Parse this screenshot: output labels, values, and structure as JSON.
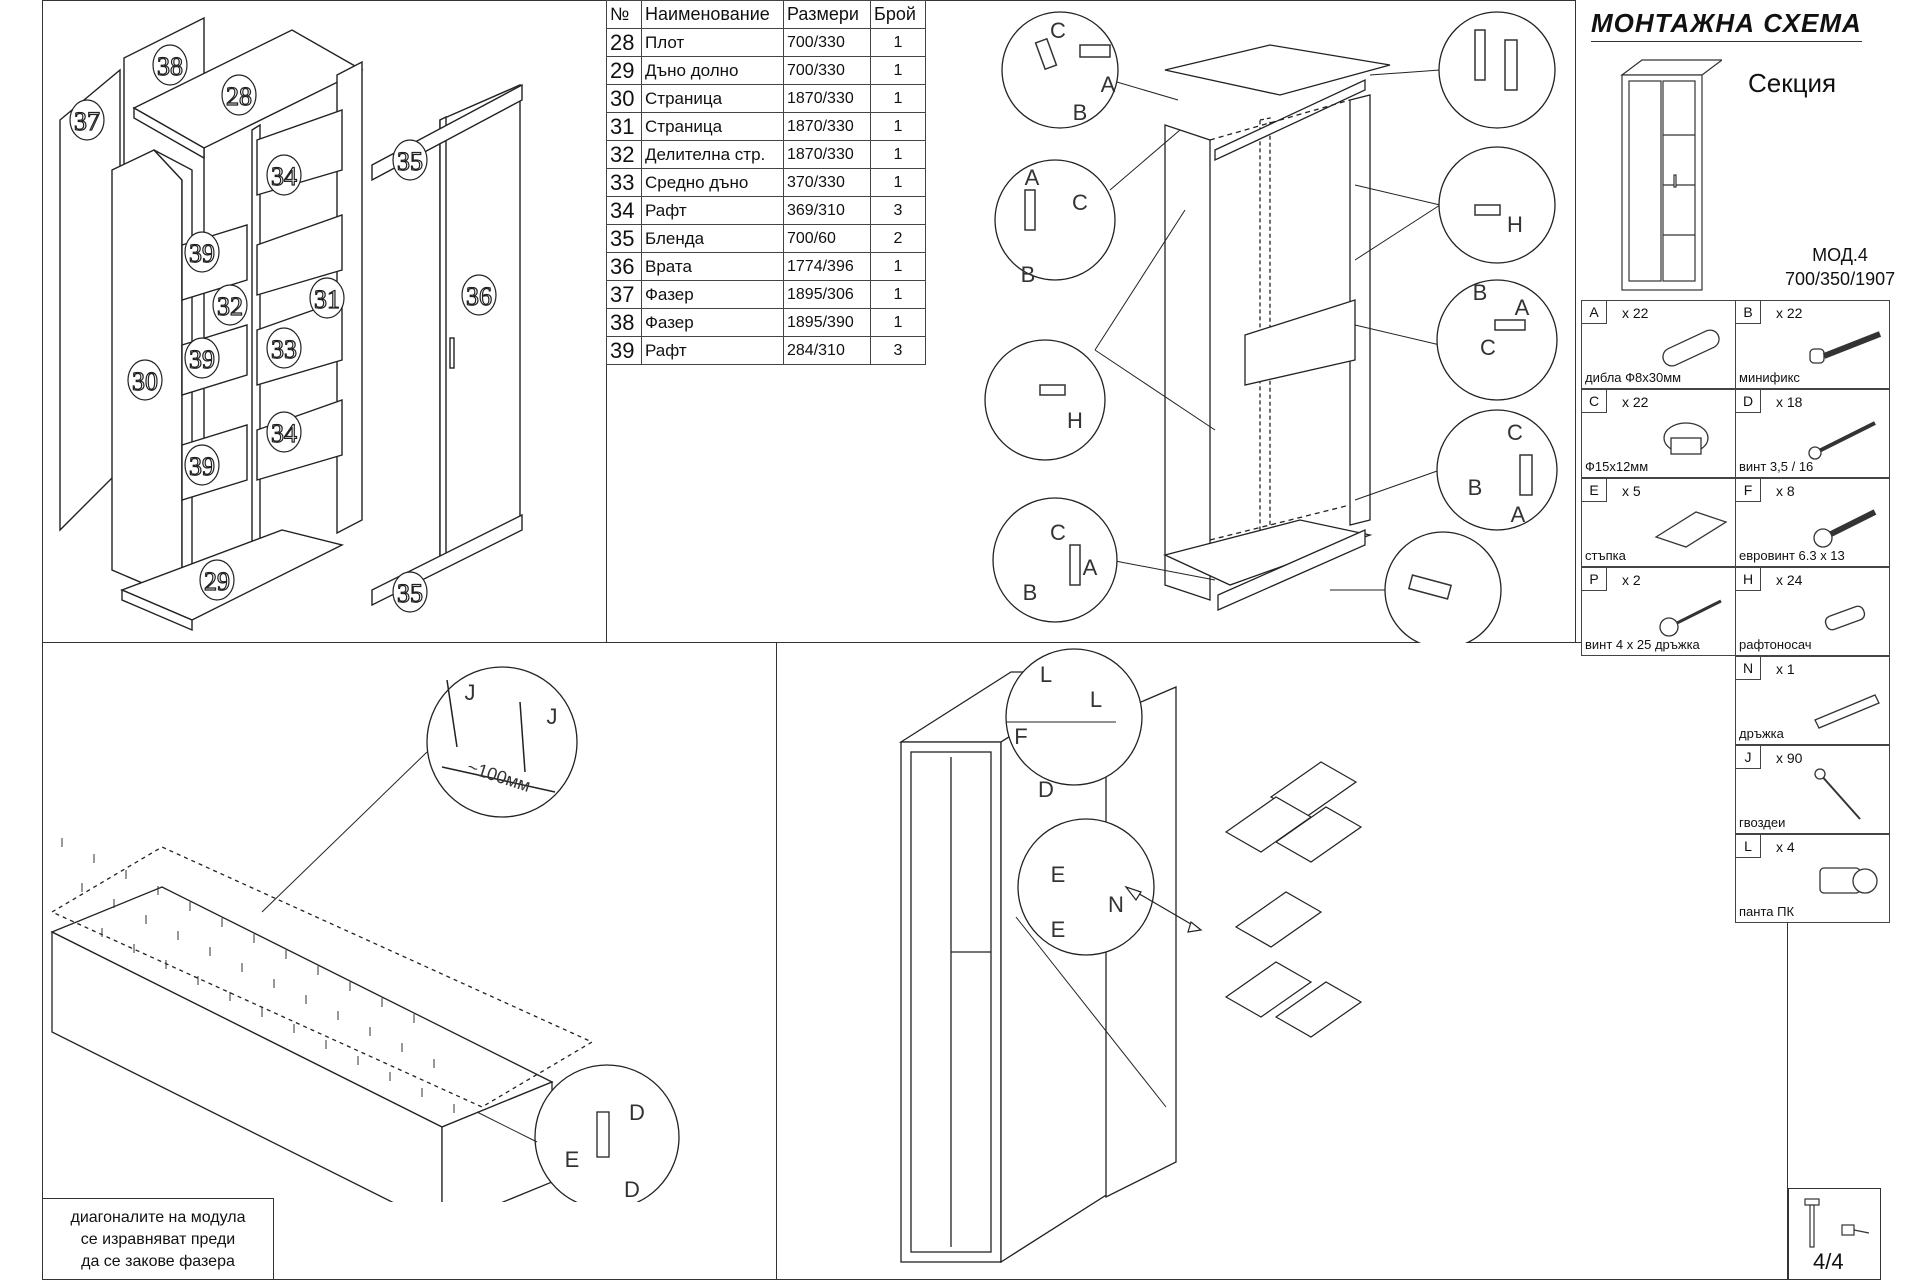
{
  "table": {
    "headers": [
      "№",
      "Наименование",
      "Размери",
      "Брой"
    ],
    "rows": [
      {
        "no": "28",
        "name": "Плот",
        "size": "700/330",
        "count": "1"
      },
      {
        "no": "29",
        "name": "Дъно долно",
        "size": "700/330",
        "count": "1"
      },
      {
        "no": "30",
        "name": "Страница",
        "size": "1870/330",
        "count": "1"
      },
      {
        "no": "31",
        "name": "Страница",
        "size": "1870/330",
        "count": "1"
      },
      {
        "no": "32",
        "name": "Делителна стр.",
        "size": "1870/330",
        "count": "1"
      },
      {
        "no": "33",
        "name": "Средно дъно",
        "size": "370/330",
        "count": "1"
      },
      {
        "no": "34",
        "name": "Рафт",
        "size": "369/310",
        "count": "3"
      },
      {
        "no": "35",
        "name": "Бленда",
        "size": "700/60",
        "count": "2"
      },
      {
        "no": "36",
        "name": "Врата",
        "size": "1774/396",
        "count": "1"
      },
      {
        "no": "37",
        "name": "Фазер",
        "size": "1895/306",
        "count": "1"
      },
      {
        "no": "38",
        "name": "Фазер",
        "size": "1895/390",
        "count": "1"
      },
      {
        "no": "39",
        "name": "Рафт",
        "size": "284/310",
        "count": "3"
      }
    ]
  },
  "title_block": {
    "title": "МОНТАЖНА СХЕМА",
    "subtitle": "Секция",
    "model": "МОД.4",
    "dimensions": "700/350/1907"
  },
  "hardware": [
    {
      "letter": "A",
      "qty": "x 22",
      "label": "дибла  Ф8x30мм",
      "icon": "dowel-icon"
    },
    {
      "letter": "B",
      "qty": "x 22",
      "label": "минификс",
      "icon": "minifix-bolt-icon"
    },
    {
      "letter": "C",
      "qty": "x 22",
      "label": "Ф15x12мм",
      "icon": "cam-lock-icon"
    },
    {
      "letter": "D",
      "qty": "x 18",
      "label": "винт 3,5 / 16",
      "icon": "wood-screw-icon"
    },
    {
      "letter": "E",
      "qty": "x 5",
      "label": "стъпка",
      "icon": "foot-pad-icon"
    },
    {
      "letter": "F",
      "qty": "x 8",
      "label": "евровинт 6.3 x 13",
      "icon": "euro-screw-icon"
    },
    {
      "letter": "P",
      "qty": "x 2",
      "label": "винт  4 x 25 дръжка",
      "icon": "handle-screw-icon"
    },
    {
      "letter": "H",
      "qty": "x 24",
      "label": "рафтоносач",
      "icon": "shelf-pin-icon"
    },
    {
      "letter": "N",
      "qty": "x 1",
      "label": "дръжка",
      "icon": "handle-icon"
    },
    {
      "letter": "J",
      "qty": "x 90",
      "label": "гвоздеи",
      "icon": "nail-icon"
    },
    {
      "letter": "L",
      "qty": "x 4",
      "label": "панта ПК",
      "icon": "hinge-icon"
    }
  ],
  "part_labels": [
    "37",
    "38",
    "28",
    "34",
    "35",
    "36",
    "39",
    "32",
    "31",
    "39",
    "33",
    "30",
    "34",
    "39",
    "29",
    "35"
  ],
  "detail_labels": {
    "nail_letter": "J",
    "nail_spacing": "~100мм",
    "letters": [
      "A",
      "B",
      "C",
      "D",
      "E",
      "F",
      "H",
      "L",
      "N"
    ]
  },
  "note": {
    "line1": "диагоналите на модула",
    "line2": "се изравняват преди",
    "line3": "да се закове фазера"
  },
  "page_number": "4/4"
}
